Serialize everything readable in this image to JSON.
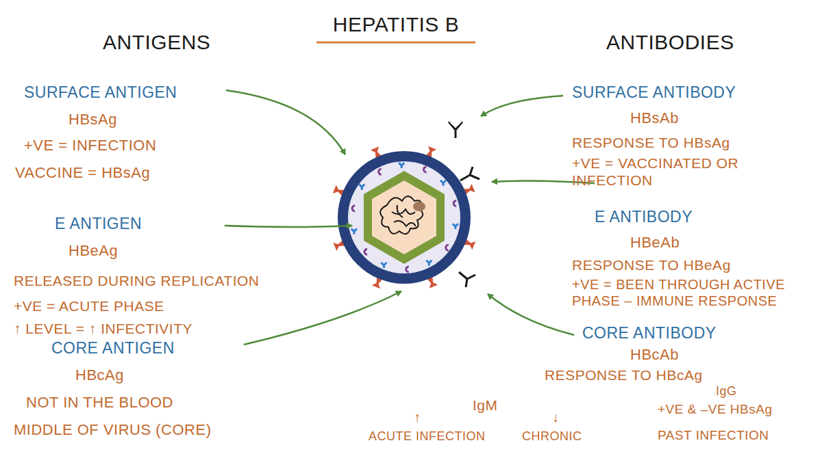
{
  "diagram": {
    "title": "HEPATITIS B",
    "labels": [
      "ANTIGENS",
      "ANTIBODIES",
      "SURFACE ANTIGEN",
      "HBsAg",
      "+VE = INFECTION",
      "VACCINE = HBsAg",
      "E ANTIGEN",
      "HBeAg",
      "RELEASED DURING REPLICATION",
      "+VE = ACUTE PHASE",
      "↑ LEVEL = ↑ INFECTIVITY",
      "CORE ANTIGEN",
      "HBcAg",
      "NOT IN THE BLOOD",
      "MIDDLE OF VIRUS (CORE)",
      "SURFACE ANTIBODY",
      "HBsAb",
      "RESPONSE TO HBsAg",
      "+VE = VACCINATED OR INFECTION",
      "E ANTIBODY",
      "HBeAb",
      "RESPONSE TO HBeAg",
      "+VE = BEEN THROUGH ACTIVE PHASE – IMMUNE RESPONSE",
      "CORE ANTIBODY",
      "HBcAb",
      "RESPONSE TO HBcAg",
      "IgM",
      "↑",
      "ACUTE INFECTION",
      "↓",
      "CHRONIC",
      "IgG",
      "+VE & –VE HBsAg",
      "PAST INFECTION"
    ]
  }
}
